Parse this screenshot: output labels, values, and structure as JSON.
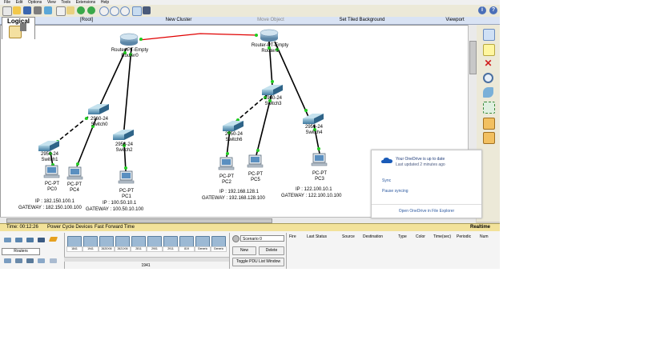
{
  "menu": [
    "File",
    "Edit",
    "Options",
    "View",
    "Tools",
    "Extensions",
    "Help"
  ],
  "nav": {
    "root": "[Root]",
    "new_cluster": "New Cluster",
    "move_object": "Move Object",
    "set_tiled_bg": "Set Tiled Background",
    "viewport": "Viewport"
  },
  "logical_tab": "Logical",
  "devices": {
    "router0_l1": "Router-PT-Empty",
    "router0_l2": "Router0",
    "router1_l1": "Router-PT-Empty",
    "router1_l2": "Router1",
    "switch0_l1": "2960-24",
    "switch0_l2": "Switch0",
    "switch1_l1": "2950-24",
    "switch1_l2": "Switch1",
    "switch2_l1": "2950-24",
    "switch2_l2": "Switch2",
    "switch3_l1": "2960-24",
    "switch3_l2": "Switch3",
    "switch4_l1": "2950-24",
    "switch4_l2": "Switch4",
    "switch6_l1": "2950-24",
    "switch6_l2": "Switch6",
    "pc0_l1": "PC-PT",
    "pc0_l2": "PC0",
    "pc4_l1": "PC-PT",
    "pc4_l2": "PC4",
    "pc1_l1": "PC-PT",
    "pc1_l2": "PC1",
    "pc2_l1": "PC-PT",
    "pc2_l2": "PC2",
    "pc5_l1": "PC-PT",
    "pc5_l2": "PC5",
    "pc3_l1": "PC-PT",
    "pc3_l2": "PC3"
  },
  "net_labels": {
    "net1_ip": "IP : 182.150.100.1",
    "net1_gw": "GATEWAY : 182.150.100.100",
    "net2_ip": "IP : 100.50.10.1",
    "net2_gw": "GATEWAY : 100.50.10.100",
    "net3_ip": "IP : 192.168.128.1",
    "net3_gw": "GATEWAY : 192.168.128.100",
    "net4_ip": "IP :   122.100.10.1",
    "net4_gw": "GATEWAY :  122.100.10.100"
  },
  "onedrive": {
    "title": "Your OneDrive is up to date",
    "subtitle": "Last updated 2 minutes ago",
    "sync": "Sync",
    "pause": "Pause syncing",
    "open": "Open OneDrive in File Explorer"
  },
  "status": {
    "time": "Time: 00:12:26",
    "power_cycle": "Power Cycle Devices",
    "fast_forward": "Fast Forward Time",
    "realtime": "Realtime"
  },
  "bottom": {
    "category_label": "Routers",
    "models": [
      "1841",
      "1941",
      "2620XM",
      "2621XM",
      "2811",
      "2901",
      "2911",
      "819",
      "Generic",
      "Generic"
    ],
    "model_name": "1941",
    "scenario": "Scenario 0",
    "new_btn": "New",
    "delete_btn": "Delete",
    "toggle_btn": "Toggle PDU List Window",
    "pdu_columns": [
      "Fire",
      "Last Status",
      "Source",
      "Destination",
      "Type",
      "Color",
      "Time(sec)",
      "Periodic",
      "Num"
    ]
  },
  "colors": {
    "serial_link": "#e00000",
    "link": "#000000",
    "port_up": "#22cc22",
    "status_bar": "#f2e29a",
    "onedrive_blue": "#1a5bb8"
  },
  "icons": [
    "new-icon",
    "open-icon",
    "save-icon",
    "print-icon",
    "activity-wizard-icon",
    "copy-icon",
    "paste-icon",
    "undo-icon",
    "redo-icon",
    "zoom-in-icon",
    "zoom-reset-icon",
    "zoom-out-icon",
    "palette-icon",
    "custom-device-icon",
    "help-icon",
    "info-icon",
    "select-icon",
    "note-icon",
    "delete-icon",
    "inspect-icon",
    "draw-shape-icon",
    "resize-icon",
    "simple-pdu-icon",
    "complex-pdu-icon",
    "onedrive-cloud-icon"
  ]
}
